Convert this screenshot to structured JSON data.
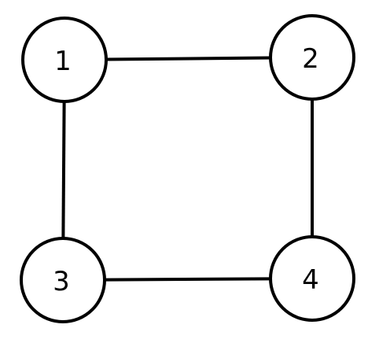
{
  "graph": {
    "nodes": [
      {
        "id": "1",
        "label": "1"
      },
      {
        "id": "2",
        "label": "2"
      },
      {
        "id": "3",
        "label": "3"
      },
      {
        "id": "4",
        "label": "4"
      }
    ],
    "edges": [
      {
        "from": "1",
        "to": "2"
      },
      {
        "from": "1",
        "to": "3"
      },
      {
        "from": "2",
        "to": "4"
      },
      {
        "from": "3",
        "to": "4"
      }
    ]
  },
  "colors": {
    "stroke": "#000000",
    "fill": "#ffffff"
  }
}
